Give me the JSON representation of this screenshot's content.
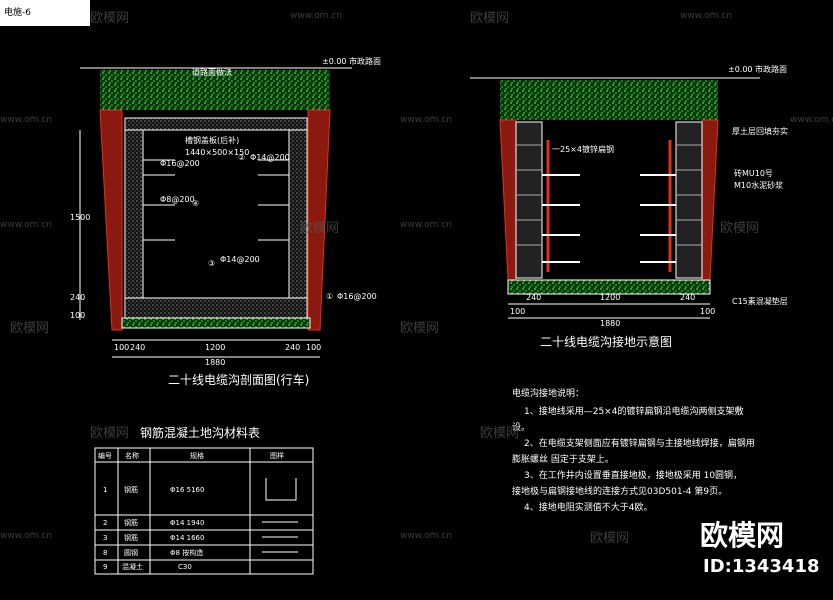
{
  "sheet_tag": "电施-6",
  "watermarks": [
    "欧模网",
    "www.om.cn"
  ],
  "left_section": {
    "top_level": "±0.00 市政路面",
    "road_note": "道路面做法",
    "channel_steel_note": "槽钢盖板(后补)",
    "channel_steel_size": "1440×500×150",
    "callouts": [
      "①",
      "②",
      "③",
      "④"
    ],
    "rebar_labels": [
      "Φ16@200",
      "Φ14@200",
      "Φ8@200",
      "Φ14@200",
      "Φ16@200"
    ],
    "vertical_dims": [
      "1500",
      "240",
      "100"
    ],
    "bottom_dims": [
      "100",
      "240",
      "1200",
      "240",
      "100"
    ],
    "total_width": "1880",
    "title": "二十线电缆沟剖面图(行车)"
  },
  "right_section": {
    "top_level": "±0.00 市政路面",
    "flat_steel_note": "一25×4镀锌扁钢",
    "wall_notes": [
      "厚土层回填夯实",
      "砖MU10号",
      "M10水泥砂浆"
    ],
    "base_note": "C15素混凝垫层",
    "bottom_dims": [
      "100",
      "240",
      "1200",
      "240",
      "100"
    ],
    "total_width": "1880",
    "title": "二十线电缆沟接地示意图"
  },
  "material_table": {
    "title": "钢筋混凝土地沟材料表",
    "headers": [
      "编号",
      "名称",
      "规格",
      "图样"
    ],
    "rows": [
      [
        "1",
        "钢筋",
        "Φ16  5160",
        ""
      ],
      [
        "2",
        "钢筋",
        "Φ14  1940",
        ""
      ],
      [
        "3",
        "钢筋",
        "Φ14  1660",
        ""
      ],
      [
        "8",
        "圆钢",
        "Φ8  按构造",
        ""
      ],
      [
        "9",
        "混凝土",
        "C30",
        ""
      ]
    ]
  },
  "notes": {
    "heading": "电缆沟接地说明：",
    "items": [
      "1、接地线采用—25×4的镀锌扁钢沿电缆沟两侧支架敷",
      "设。",
      "2、在电缆支架侧面应有镀锌扁钢与主接地线焊接，扁钢用",
      "膨胀螺丝                     固定于支架上。",
      "3、在工作井内设置垂直接地极，接地极采用   10圆钢，",
      "接地极与扁钢接地线的连接方式见03D501-4 第9页。",
      "4、接地电阻实测值不大于4欧。"
    ]
  },
  "brand": {
    "name": "欧模网",
    "id": "ID:1343418"
  },
  "colors": {
    "background": "#000000",
    "soil": "#2ecc40",
    "wall": "#e0301e",
    "line": "#ffffff",
    "accent": "#33ff66"
  }
}
